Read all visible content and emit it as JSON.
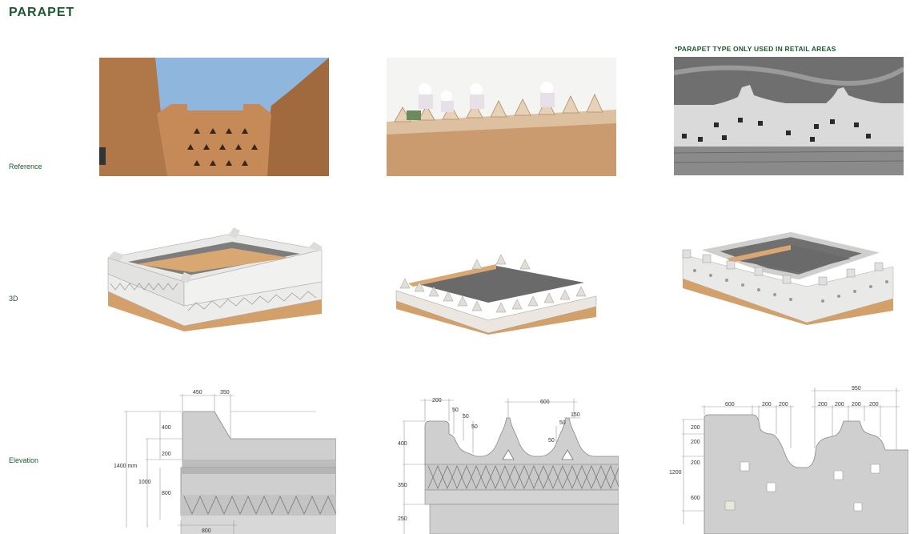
{
  "title": "PARAPET",
  "note": "*PARAPET TYPE ONLY USED IN RETAIL AREAS",
  "rows": {
    "reference": "Reference",
    "model3d": "3D",
    "elevation": "Elevation"
  },
  "elevation_a": {
    "top_450": "450",
    "top_350": "350",
    "side_400": "400",
    "side_200": "200",
    "total": "1400 mm",
    "side_1000": "1000",
    "side_800": "800",
    "bottom_800": "800"
  },
  "elevation_b": {
    "top_200": "200",
    "top_600": "600",
    "d50a": "50",
    "d50b": "50",
    "d50c": "50",
    "d50d": "50",
    "d50e": "50",
    "d150": "150",
    "side_400": "400",
    "side_350": "350",
    "side_250": "250"
  },
  "elevation_c": {
    "top_950": "950",
    "t600": "600",
    "t200a": "200",
    "t200b": "200",
    "t200c": "200",
    "t200d": "200",
    "t200e": "200",
    "t200f": "200",
    "s200a": "200",
    "s200b": "200",
    "s200c": "200",
    "total_1200": "1200",
    "s600": "600"
  },
  "colors": {
    "green": "#1d5a31",
    "stucco": "#e6e3dc",
    "sand": "#d9a772",
    "wall": "#c8c8c8"
  }
}
